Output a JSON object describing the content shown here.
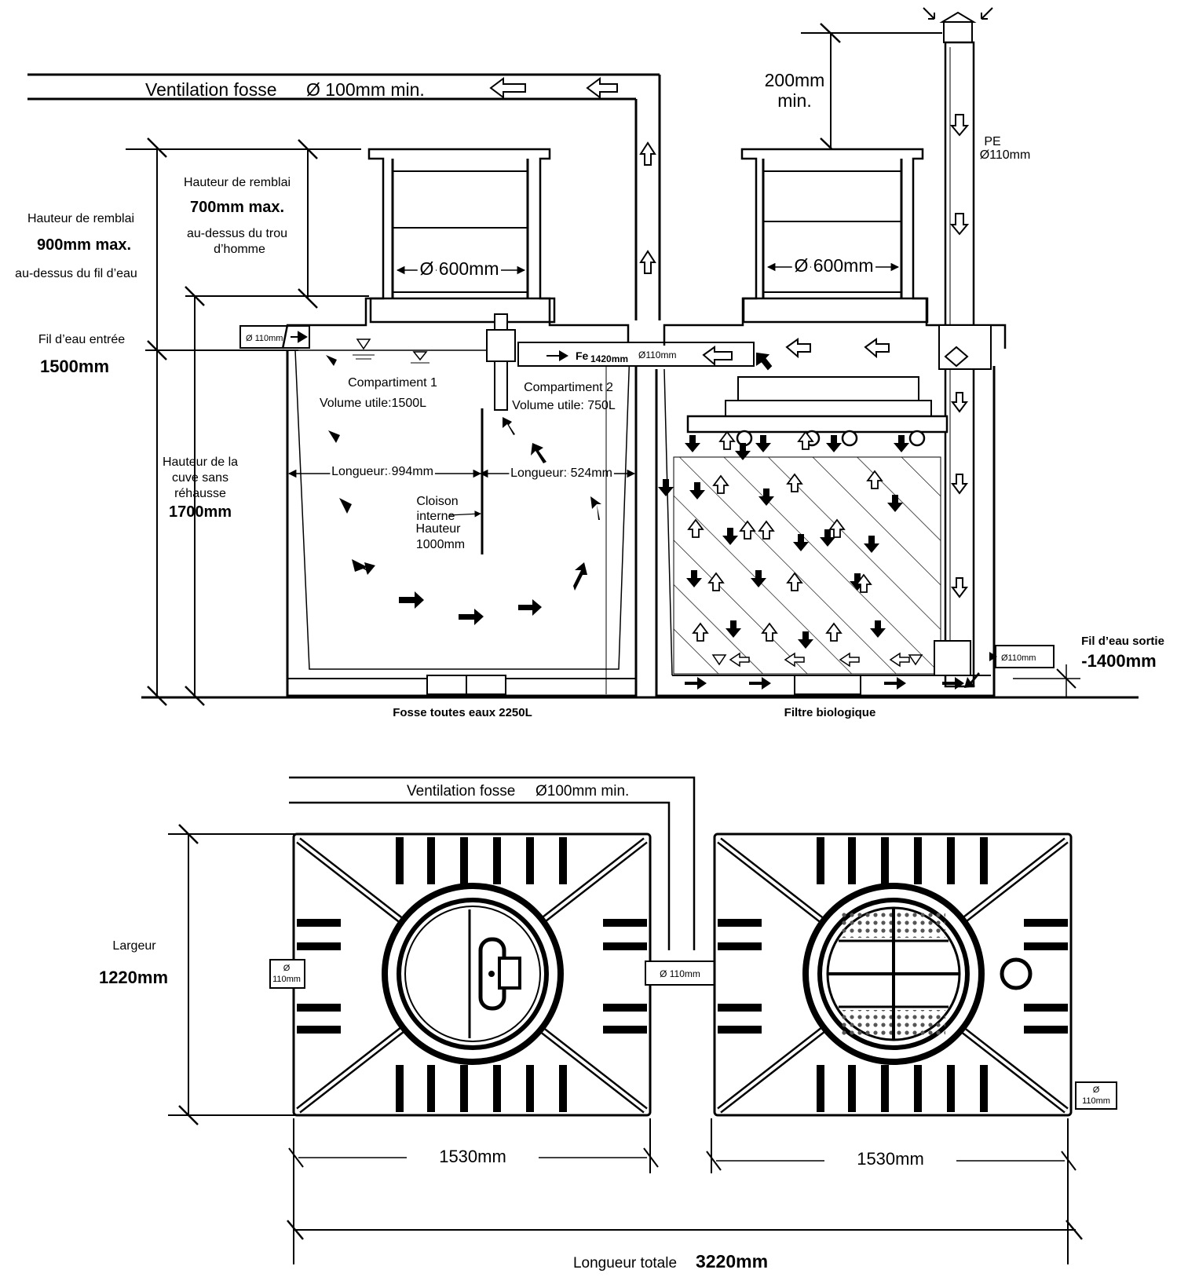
{
  "section": {
    "ventilation": {
      "label": "Ventilation fosse",
      "dia": "Ø 100mm min."
    },
    "height_200": {
      "line1": "200mm",
      "line2": "min."
    },
    "pe_pipe": {
      "line1": "PE",
      "line2": "Ø110mm"
    },
    "backfill_700": {
      "line1": "Hauteur de remblai",
      "value": "700mm max.",
      "line2": "au-dessus du trou",
      "line3": "d’homme"
    },
    "backfill_900": {
      "line1": "Hauteur de remblai",
      "value": "900mm max.",
      "line2": "au-dessus du fil d’eau"
    },
    "inlet": {
      "label": "Fil d’eau entrée",
      "value": "1500mm",
      "pipe": "Ø 110mm"
    },
    "tank_height": {
      "line1": "Hauteur de la",
      "line2": "cuve sans",
      "line3": "réhausse",
      "value": "1700mm"
    },
    "manhole_left": "Ø 600mm",
    "manhole_right": "Ø 600mm",
    "connection": {
      "fe": "Fe",
      "fe_value": "1420mm",
      "pipe": "Ø110mm"
    },
    "comp1": {
      "title": "Compartiment 1",
      "volume": "Volume utile:1500L",
      "length": "Longueur: 994mm"
    },
    "comp2": {
      "title": "Compartiment 2",
      "volume": "Volume utile: 750L",
      "length": "Longueur: 524mm"
    },
    "partition": {
      "line1": "Cloison",
      "line2": "interne",
      "line3": "Hauteur",
      "line4": "1000mm"
    },
    "outlet": {
      "label": "Fil d’eau sortie",
      "value": "-1400mm",
      "pipe": "Ø110mm"
    },
    "caption_left": "Fosse toutes eaux  2250L",
    "caption_right": "Filtre biologique"
  },
  "plan": {
    "ventilation": {
      "label": "Ventilation fosse",
      "dia": "Ø100mm min."
    },
    "width": {
      "label": "Largeur",
      "value": "1220mm"
    },
    "inlet_pipe": {
      "line1": "Ø",
      "line2": "110mm"
    },
    "connection_pipe": "Ø 110mm",
    "outlet_pipe": {
      "line1": "Ø",
      "line2": "110mm"
    },
    "length_left": "1530mm",
    "length_right": "1530mm",
    "total": {
      "label": "Longueur totale",
      "value": "3220mm"
    }
  }
}
